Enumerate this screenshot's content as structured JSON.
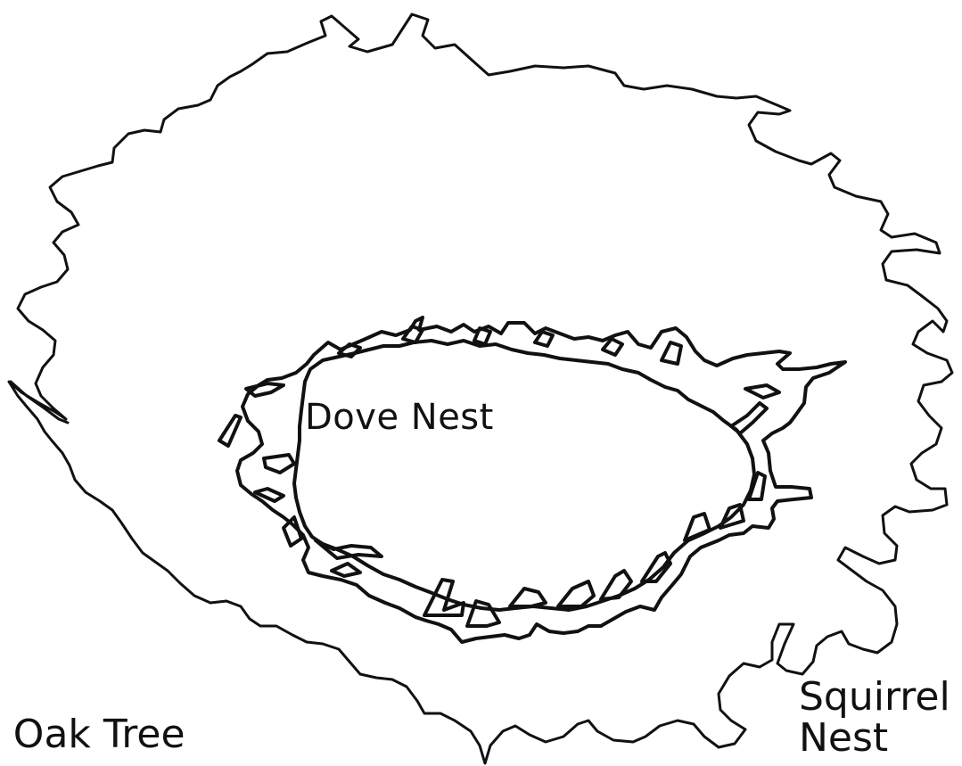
{
  "labels": {
    "dove_nest": "Dove Nest",
    "squirrel_nest_line1": "Squirrel",
    "squirrel_nest_line2": "Nest",
    "oak_tree": ": Oak Tree"
  },
  "colors": {
    "stroke": "#111111",
    "background": "#ffffff"
  }
}
